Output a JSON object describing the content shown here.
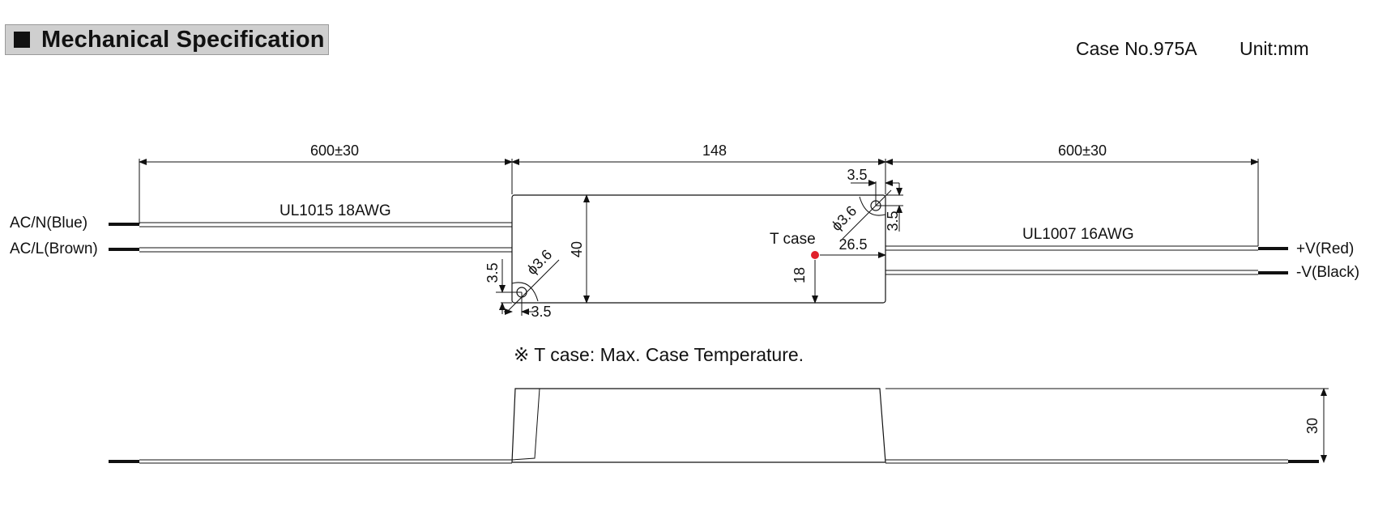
{
  "header": {
    "title": "Mechanical Specification",
    "case_no": "Case No.975A",
    "unit": "Unit:mm"
  },
  "wires": {
    "left_top": "AC/N(Blue)",
    "left_bottom": "AC/L(Brown)",
    "left_spec": "UL1015 18AWG",
    "right_top": "+V(Red)",
    "right_bottom": "-V(Black)",
    "right_spec": "UL1007 16AWG"
  },
  "dimensions": {
    "left_wire_length": "600±30",
    "body_length": "148",
    "right_wire_length": "600±30",
    "body_width": "40",
    "hole_dia": "ϕ3.6",
    "hole_offset": "3.5",
    "tcase_x": "26.5",
    "tcase_y": "18",
    "height": "30"
  },
  "tcase": {
    "label": "T case",
    "note": "※ T case: Max. Case Temperature.",
    "dot_color": "#e0202a"
  }
}
